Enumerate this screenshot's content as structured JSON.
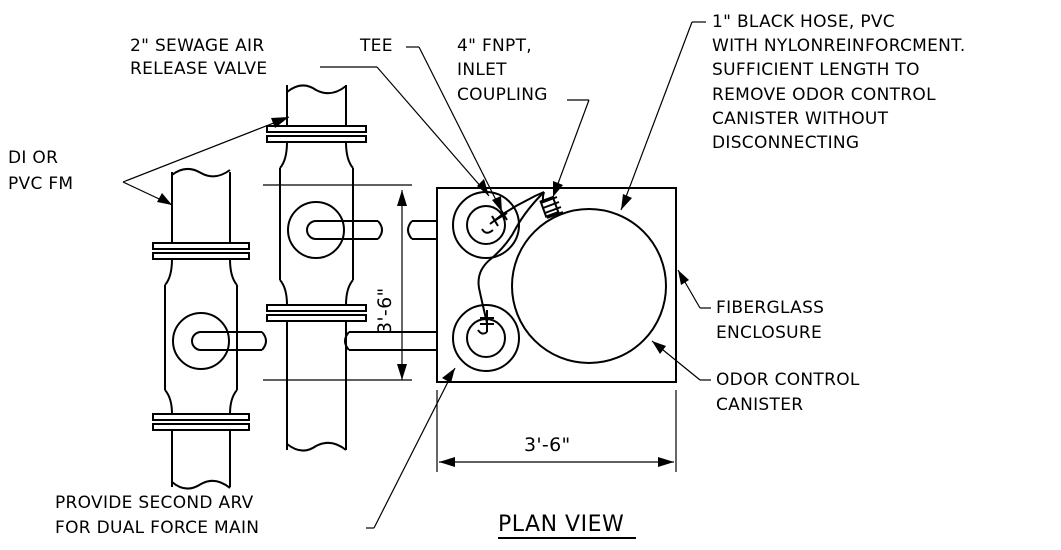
{
  "labels": {
    "sewage_valve": [
      "2\" SEWAGE AIR",
      "RELEASE VALVE"
    ],
    "tee": "TEE",
    "inlet_coupling": [
      "4\" FNPT,",
      "INLET",
      "COUPLING"
    ],
    "black_hose": [
      "1\" BLACK HOSE, PVC",
      "WITH NYLONREINFORCMENT.",
      "SUFFICIENT LENGTH TO",
      "REMOVE ODOR CONTROL",
      "CANISTER WITHOUT",
      "DISCONNECTING"
    ],
    "force_main": [
      "DI OR",
      "PVC FM"
    ],
    "fiberglass": [
      "FIBERGLASS",
      "ENCLOSURE"
    ],
    "odor_canister": [
      "ODOR CONTROL",
      "CANISTER"
    ],
    "second_arv": [
      "PROVIDE SECOND ARV",
      "FOR DUAL FORCE MAIN"
    ],
    "width_dim": "3'-6\"",
    "height_dim": "3'-6\"",
    "title": "PLAN VIEW"
  }
}
